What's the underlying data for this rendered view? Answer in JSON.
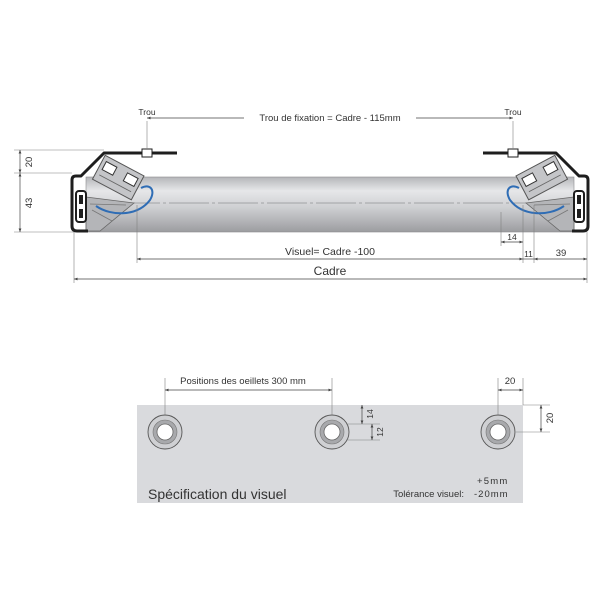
{
  "top_drawing": {
    "hole_left_label": "Trou",
    "hole_right_label": "Trou",
    "fixing_hole_dimension": "Trou de fixation = Cadre - 115mm",
    "height_upper": "20",
    "height_total": "43",
    "dim_14": "14",
    "visual_dimension": "Visuel= Cadre -100",
    "dim_11": "11",
    "dim_39": "39",
    "frame_dimension": "Cadre"
  },
  "bottom_drawing": {
    "grommet_spacing": "Positions des oeillets 300 mm",
    "edge_offset_horizontal": "20",
    "edge_offset_vertical": "20",
    "grommet_offset": "14",
    "grommet_hole": "12",
    "title": "Spécification du visuel",
    "tolerance_label": "Tolérance visuel:",
    "tolerance_plus": "+5mm",
    "tolerance_minus": "-20mm"
  },
  "colors": {
    "profile": "#1e1e1e",
    "spring": "#2f6db5",
    "panel": "#d9dadd",
    "bracket": "#b4b5b8",
    "bolt_block": "#c4c5c8"
  }
}
